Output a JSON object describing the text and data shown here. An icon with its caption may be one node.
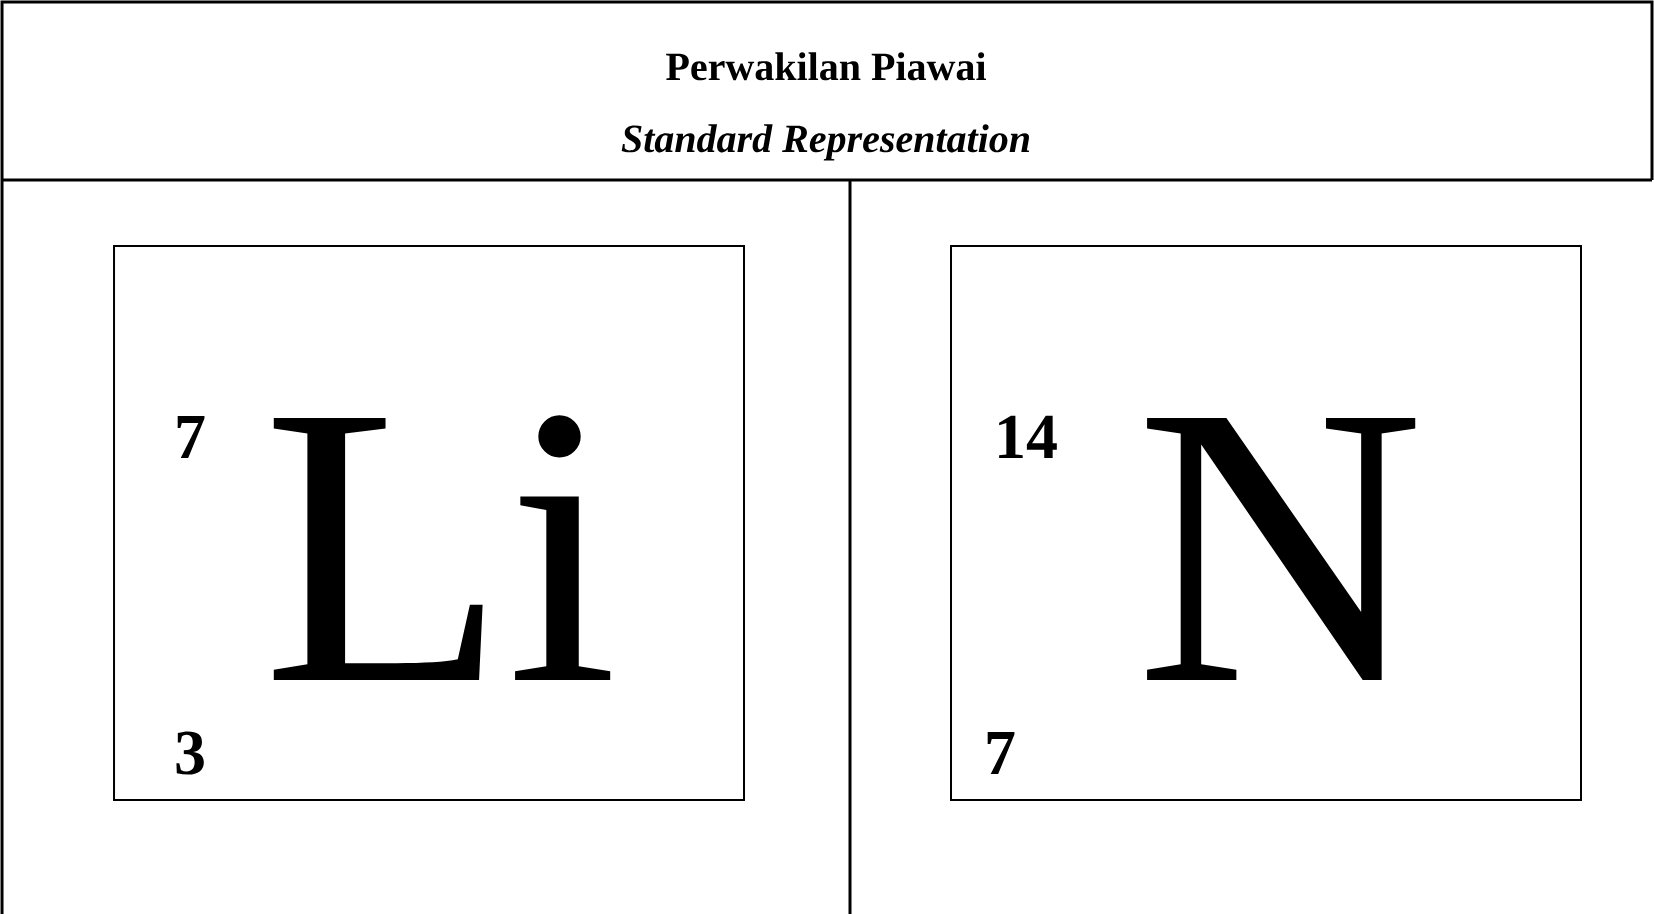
{
  "diagram": {
    "title": "Perwakilan Piawai",
    "nodes": [
      {
        "text": [
          "7",
          "3",
          "Li"
        ]
      },
      {
        "text": [
          "14",
          "7",
          "N"
        ]
      }
    ],
    "labels": [
      "Standard Representation"
    ]
  }
}
